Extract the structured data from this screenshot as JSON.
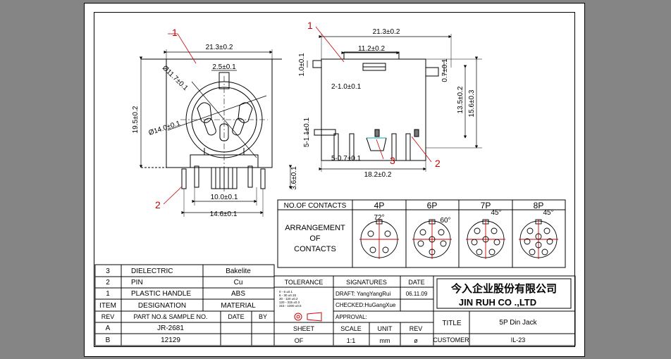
{
  "colors": {
    "background": "#858585",
    "paper": "#ffffff",
    "ink": "#000000",
    "callout": "#cc0000",
    "dimension": "#000000"
  },
  "front_view": {
    "dims": {
      "width_top": "21.3±0.2",
      "key_width": "2.5±0.1",
      "dia_outer": "Ø11.7±0.1",
      "dia_inner": "Ø14.0±0.1",
      "height": "19.5±0.2",
      "pin_offset": "3.6±0.1",
      "pin_span_inner": "10.0±0.1",
      "pin_span_outer": "14.6±0.1"
    },
    "callouts": {
      "c1": "1",
      "c2": "2"
    }
  },
  "side_view": {
    "dims": {
      "width_top": "21.3±0.2",
      "width_mid": "11.2±0.2",
      "left_top": "1.0±0.1",
      "right_top": "0.7±0.1",
      "slot": "2-1.0±0.1",
      "h1": "13.5±0.2",
      "h2": "15.6±0.3",
      "left_mid": "5-1.1±0.1",
      "pins": "5-0.7±0.1",
      "bottom_width": "18.2±0.2"
    },
    "callouts": {
      "c1": "1",
      "c2": "2",
      "c3": "3"
    }
  },
  "contacts": {
    "header": "NO.OF CONTACTS",
    "columns": [
      "4P",
      "6P",
      "7P",
      "8P"
    ],
    "row_label_1": "ARRANGEMENT",
    "row_label_2": "OF",
    "row_label_3": "CONTACTS",
    "angles": [
      "72°",
      "60°",
      "45°",
      "45°"
    ]
  },
  "bom": {
    "rows": [
      {
        "item": "3",
        "name": "DIELECTRIC",
        "material": "Bakelite"
      },
      {
        "item": "2",
        "name": "PIN",
        "material": "Cu"
      },
      {
        "item": "1",
        "name": "PLASTIC HANDLE",
        "material": "ABS"
      }
    ],
    "header": {
      "item": "ITEM",
      "name": "DESIGNATION",
      "material": "MATERIAL"
    }
  },
  "rev_table": {
    "header": {
      "rev": "REV",
      "part": "PART NO.& SAMPLE NO.",
      "date": "DATE",
      "by": "BY"
    },
    "rows": [
      {
        "rev": "A",
        "part": "JR-2681"
      },
      {
        "rev": "B",
        "part": "12129"
      }
    ]
  },
  "tolerance": {
    "label": "TOLERANCE",
    "lines": [
      "0 - 6  ±0.1",
      "6 - 30  ±0.15",
      "30 - 120  ±0.2",
      "120 - 315  ±0.3",
      "315 - 1000  ±0.5"
    ]
  },
  "signatures": {
    "label": "SIGNATURES",
    "date_label": "DATE",
    "draft": "DRAFT: YangYangRui",
    "checked": "CHECKED:HuGangXue",
    "approval": "APPROVAL:",
    "date": "06.11.09"
  },
  "company": {
    "cn": "今入企业股份有限公司",
    "en": "JIN  RUH  CO .,LTD"
  },
  "title_block": {
    "title_label": "TITLE",
    "title_value": "5P Din Jack",
    "customer_label": "CUSTOMER",
    "customer_value": "IL-23",
    "sheet_label": "SHEET",
    "sheet_value": "OF",
    "scale_label": "SCALE",
    "scale_value": "1:1",
    "unit_label": "UNIT",
    "unit_value": "mm",
    "rev_label": "REV",
    "rev_value": "ø"
  }
}
